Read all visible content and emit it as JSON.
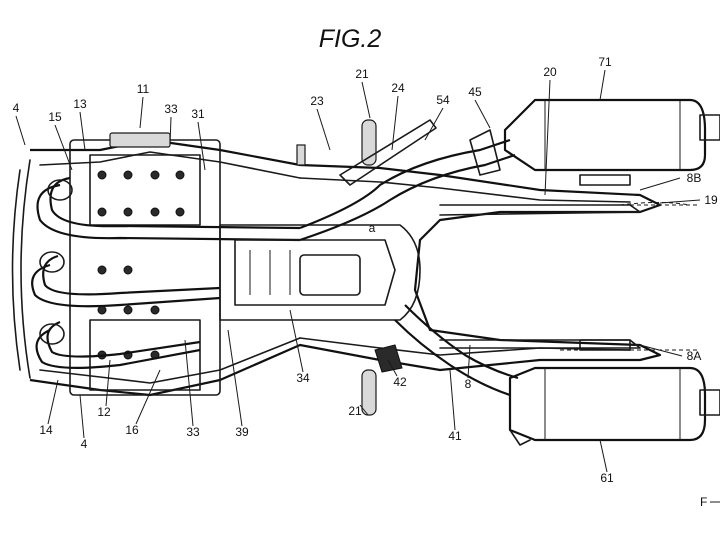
{
  "title": "FIG.2",
  "direction_label": "F",
  "labels": {
    "l11": "11",
    "l4a": "4",
    "l13": "13",
    "l15": "15",
    "l33a": "33",
    "l31": "31",
    "l23": "23",
    "l21a": "21",
    "l24": "24",
    "l54": "54",
    "l45": "45",
    "l20": "20",
    "l71": "71",
    "l8B": "8B",
    "l19": "19",
    "l8A": "8A",
    "l8": "8",
    "l41": "41",
    "l61": "61",
    "l42": "42",
    "l21b": "21",
    "l34": "34",
    "l39": "39",
    "l33b": "33",
    "l16": "16",
    "l12": "12",
    "l4b": "4",
    "l14": "14",
    "la": "a"
  }
}
